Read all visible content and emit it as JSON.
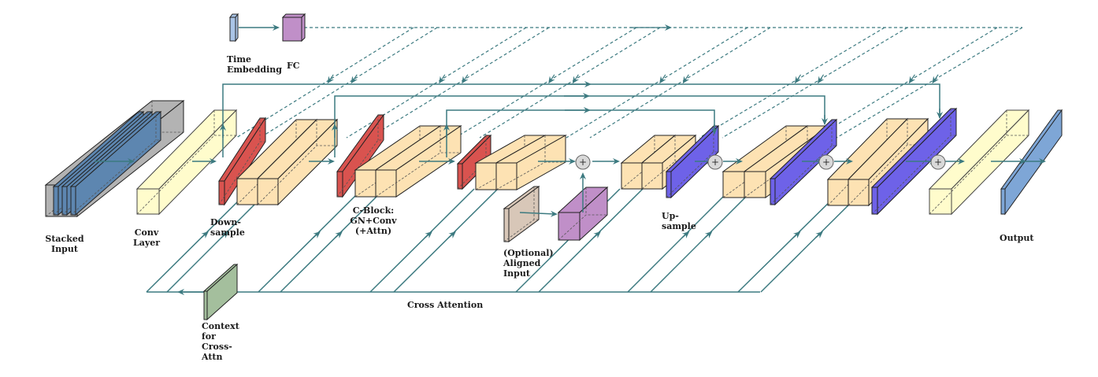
{
  "labels": {
    "stacked_input": [
      "Stacked",
      "Input"
    ],
    "conv_layer": [
      "Conv",
      "Layer"
    ],
    "downsample": [
      "Down-",
      "sample"
    ],
    "cblock": [
      "C-Block:",
      "GN+Conv",
      "(+Attn)"
    ],
    "aligned_input": [
      "(Optional)",
      "Aligned",
      "Input"
    ],
    "upsample": [
      "Up-",
      "sample"
    ],
    "output": [
      "Output"
    ],
    "time_embedding": [
      "Time",
      "Embedding"
    ],
    "fc": [
      "FC"
    ],
    "context": [
      "Context",
      "for",
      "Cross-",
      "Attn"
    ],
    "cross_attention": [
      "Cross Attention"
    ]
  },
  "plus_symbol": "+",
  "colors": {
    "arrow": "#3c7a80",
    "gray": "#9a9a9a",
    "stack": "#5d86b0",
    "conv_yellow": "#fffccc",
    "downsample_red": "#d9534f",
    "block_orange": "#fde2b3",
    "upsample_blue": "#6e62e8",
    "output_blue": "#7ea6d6",
    "fc_purple": "#c08fc8",
    "context_green": "#a4bf9d",
    "aligned_beige": "#d8c7b8",
    "time_blue": "#aac4e6"
  }
}
